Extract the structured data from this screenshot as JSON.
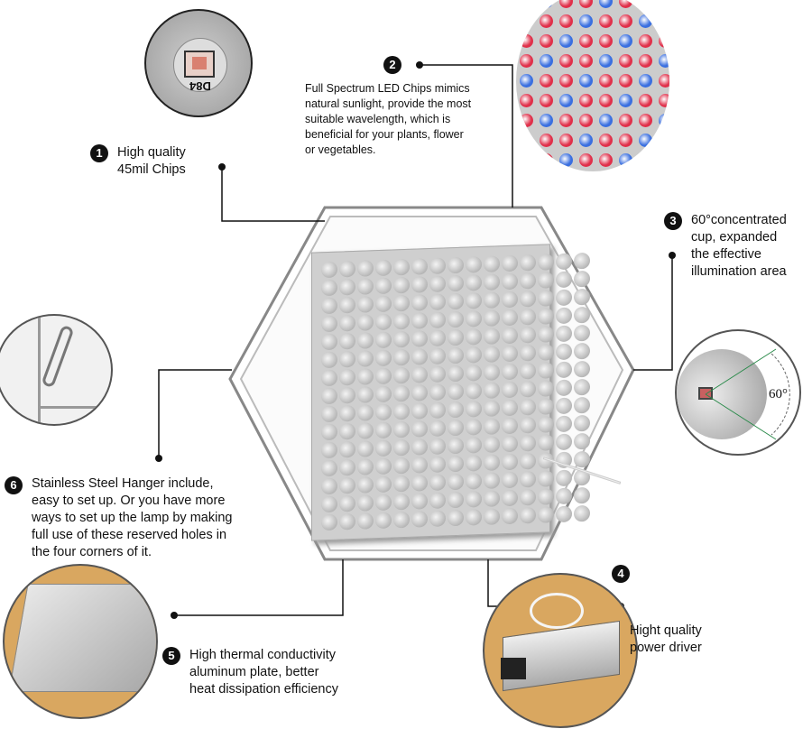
{
  "features": [
    {
      "number": "1",
      "lines": [
        "High quality",
        "45mil Chips"
      ],
      "chip_label": "D84"
    },
    {
      "number": "2",
      "lines": [
        "Full Spectrum LED Chips mimics",
        "natural sunlight, provide the most",
        "suitable wavelength, which is",
        "beneficial for your plants, flower",
        "or vegetables."
      ]
    },
    {
      "number": "3",
      "lines": [
        "60°concentrated",
        "cup, expanded",
        "the effective",
        "illumination area"
      ],
      "angle_label": "60°"
    },
    {
      "number": "4",
      "lines": [
        "Hight quality",
        "power driver"
      ]
    },
    {
      "number": "5",
      "lines": [
        "High thermal conductivity",
        "aluminum plate, better",
        "heat dissipation efficiency"
      ]
    },
    {
      "number": "6",
      "lines": [
        "Stainless Steel Hanger include,",
        "easy to set up. Or you have more",
        "ways to set up the lamp by making",
        "full use of these reserved holes in",
        "the four corners of it."
      ]
    }
  ],
  "colors": {
    "red_led": "#e0304a",
    "blue_led": "#3a6fe0",
    "wood": "#d9a760",
    "panel": "#d8d8d8"
  }
}
